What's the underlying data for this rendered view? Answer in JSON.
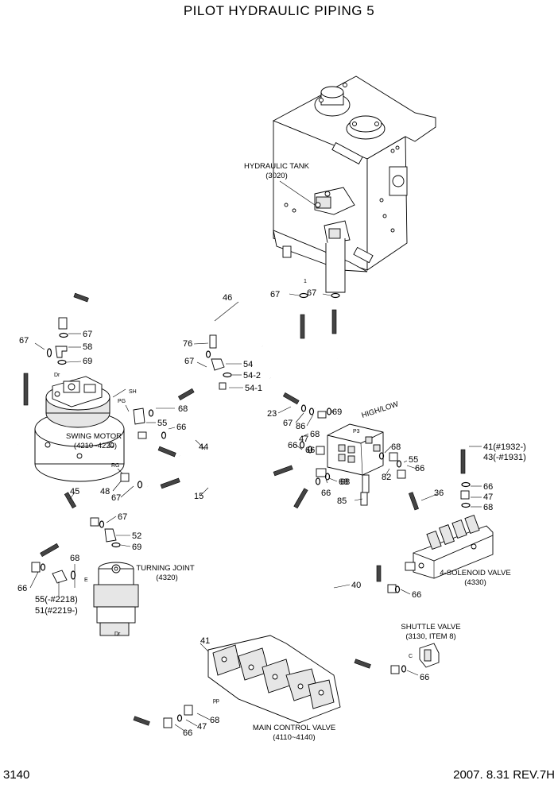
{
  "title": "PILOT HYDRAULIC PIPING 5",
  "page_number": "3140",
  "revision": "2007. 8.31  REV.7H",
  "components": {
    "hydraulic_tank": {
      "name": "HYDRAULIC TANK",
      "code": "(3020)"
    },
    "swing_motor": {
      "name": "SWING MOTOR",
      "code": "(4210~4220)"
    },
    "turning_joint": {
      "name": "TURNING JOINT",
      "code": "(4320)"
    },
    "solenoid_valve": {
      "name": "4-SOLENOID VALVE",
      "code": "(4330)"
    },
    "shuttle_valve": {
      "name": "SHUTTLE VALVE",
      "code": "(3130, ITEM 8)"
    },
    "main_control_valve": {
      "name": "MAIN CONTROL VALVE",
      "code": "(4110~4140)"
    },
    "high_low": "HIGH/LOW"
  },
  "port_labels": {
    "dr_top": "Dr",
    "sh": "SH",
    "pg": "PG",
    "rg": "RG",
    "e": "E",
    "dr_bottom": "Dr",
    "pp": "pp",
    "p3": "P3",
    "c": "C",
    "tank_1": "1"
  },
  "part_labels": [
    "67",
    "67",
    "46",
    "67",
    "58",
    "69",
    "67",
    "76",
    "67",
    "54",
    "54-2",
    "54-1",
    "68",
    "55",
    "66",
    "HIGH/LOW",
    "23",
    "67",
    "86",
    "69",
    "68",
    "66",
    "47",
    "68",
    "44",
    "66",
    "68",
    "82",
    "55",
    "66",
    "41(#1932-)",
    "43(-#1931)",
    "66",
    "47",
    "68",
    "45",
    "48",
    "67",
    "15",
    "68",
    "66",
    "85",
    "36",
    "67",
    "52",
    "69",
    "68",
    "66",
    "55(-#2218)",
    "51(#2219-)",
    "40",
    "66",
    "66",
    "41",
    "68",
    "47",
    "66"
  ]
}
